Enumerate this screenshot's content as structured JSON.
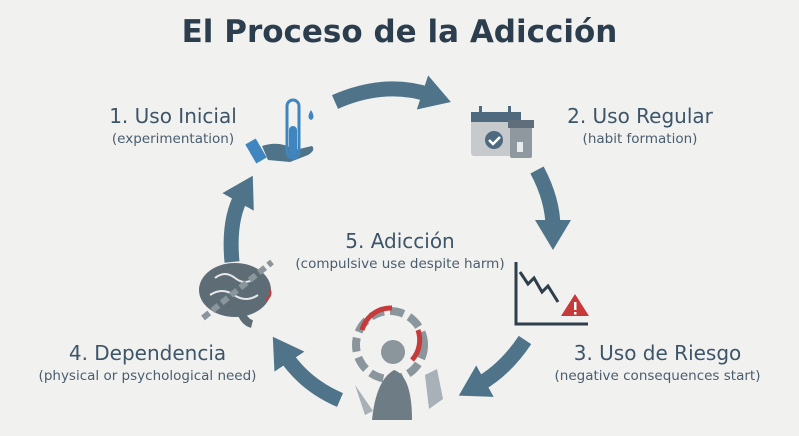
{
  "title": "El Proceso de la Adicción",
  "stages": [
    {
      "heading": "1. Uso Inicial",
      "sub": "(experimentation)",
      "icon": "hand-test-tube-icon"
    },
    {
      "heading": "2. Uso Regular",
      "sub": "(habit formation)",
      "icon": "calendar-pill-bottle-icon"
    },
    {
      "heading": "3. Uso de Riesgo",
      "sub": "(negative consequences start)",
      "icon": "declining-chart-warning-icon"
    },
    {
      "heading": "4. Dependencia",
      "sub": "(physical or psychological need)",
      "icon": "chained-brain-icon"
    },
    {
      "heading": "5. Adicción",
      "sub": "(compulsive use despite harm)",
      "icon": "distressed-person-icon"
    }
  ],
  "colors": {
    "arrow": "#4f7489",
    "title": "#2c3e4d",
    "accent_red": "#c73a3a",
    "icon_blue": "#3f86c0"
  }
}
